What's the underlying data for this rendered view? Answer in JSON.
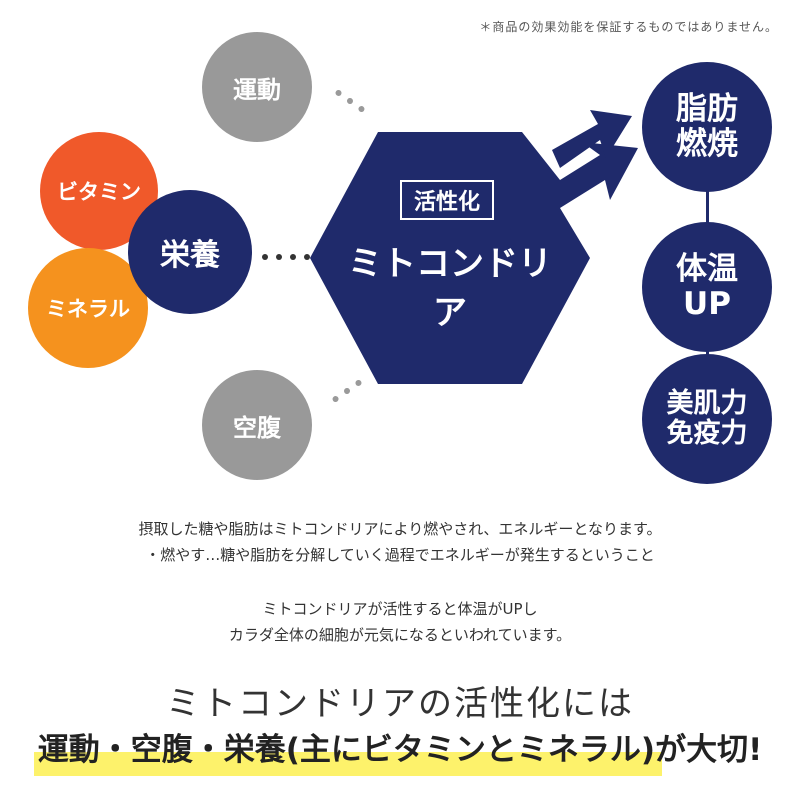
{
  "disclaimer": "＊商品の効果効能を保証するものではありません。",
  "factors": {
    "exercise": "運動",
    "fasting": "空腹",
    "nutrition": "栄養",
    "vitamin": "ビタミン",
    "mineral": "ミネラル"
  },
  "center": {
    "badge": "活性化",
    "label": "ミトコンドリア"
  },
  "results": {
    "r1_line1": "脂肪",
    "r1_line2": "燃焼",
    "r2_line1": "体温",
    "r2_line2": "UP",
    "r3_line1": "美肌力",
    "r3_line2": "免疫力"
  },
  "colors": {
    "navy": "#1f2a6b",
    "gray": "#999999",
    "orange_red": "#f0592a",
    "orange": "#f5921e",
    "highlight": "#fdf26b"
  },
  "paragraph1": {
    "line1": "摂取した糖や脂肪はミトコンドリアにより燃やされ、エネルギーとなります。",
    "line2": "・燃やす…糖や脂肪を分解していく過程でエネルギーが発生するということ"
  },
  "paragraph2": {
    "line1": "ミトコンドリアが活性すると体温がUPし",
    "line2": "カラダ全体の細胞が元気になるといわれています。"
  },
  "headline": {
    "line1": "ミトコンドリアの活性化には",
    "line2": "運動・空腹・栄養(主にビタミンとミネラル)が大切!"
  }
}
